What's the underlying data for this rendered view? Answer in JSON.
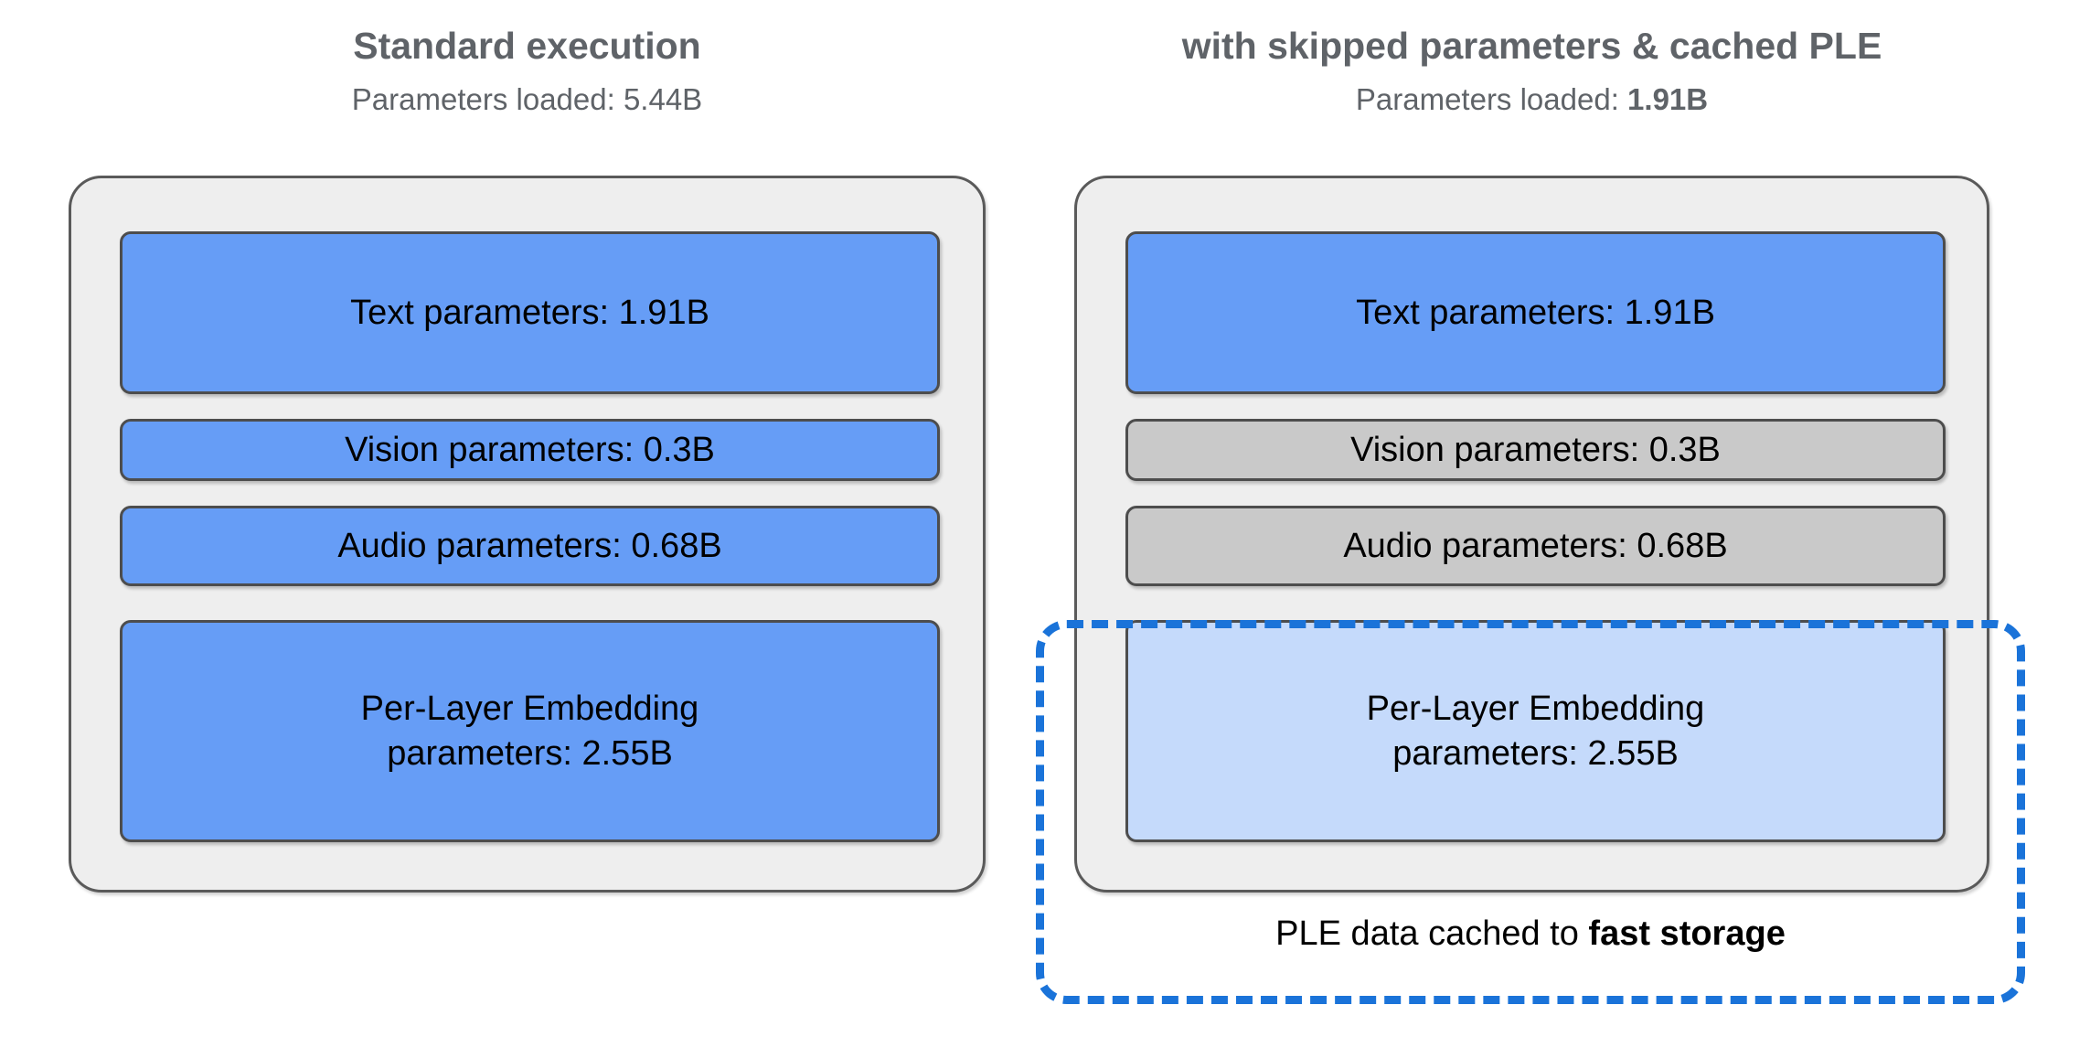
{
  "figure": {
    "type": "diagram",
    "description": "Comparison of model parameter loading: standard execution versus skipped parameters with cached Per-Layer Embedding"
  },
  "panels": [
    {
      "id": "standard",
      "title": "Standard execution",
      "subtitle_prefix": "Parameters loaded: ",
      "subtitle_value": "5.44B",
      "subtitle_value_bold": false,
      "bars": [
        {
          "name": "text",
          "label": "Text parameters: 1.91B",
          "state": "active"
        },
        {
          "name": "vision",
          "label": "Vision parameters: 0.3B",
          "state": "active"
        },
        {
          "name": "audio",
          "label": "Audio parameters: 0.68B",
          "state": "active"
        },
        {
          "name": "ple",
          "label": "Per-Layer Embedding\nparameters: 2.55B",
          "state": "active"
        }
      ]
    },
    {
      "id": "skipped",
      "title": "with skipped parameters & cached PLE",
      "subtitle_prefix": "Parameters loaded: ",
      "subtitle_value": "1.91B",
      "subtitle_value_bold": true,
      "bars": [
        {
          "name": "text",
          "label": "Text parameters: 1.91B",
          "state": "active"
        },
        {
          "name": "vision",
          "label": "Vision parameters: 0.3B",
          "state": "skipped"
        },
        {
          "name": "audio",
          "label": "Audio parameters: 0.68B",
          "state": "skipped"
        },
        {
          "name": "ple",
          "label": "Per-Layer Embedding\nparameters: 2.55B",
          "state": "cached"
        }
      ],
      "cache_caption_prefix": "PLE data cached to ",
      "cache_caption_bold": "fast storage"
    }
  ],
  "colors": {
    "active_blue": "#669df6",
    "skipped_gray": "#c9c9c9",
    "cached_light_blue": "#c5dafb",
    "dashed_outline": "#1a73d9",
    "container_fill": "#eeeeee",
    "container_border": "#5a5a5a",
    "heading_text": "#5f6368"
  }
}
